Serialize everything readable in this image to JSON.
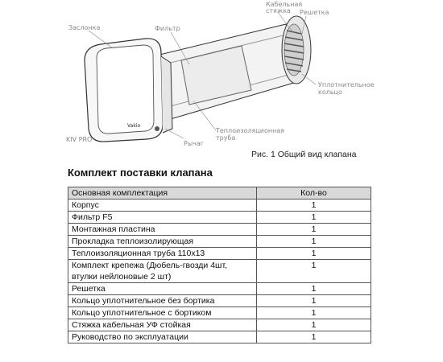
{
  "figure": {
    "labels": {
      "zaslonka": "Заслонка",
      "filtr": "Фильтр",
      "kabelnaya_1": "Кабельная",
      "kabelnaya_2": "стяжка",
      "reshetka": "Решетка",
      "uplot_1": "Уплотнительное",
      "uplot_2": "кольцо",
      "teplo_1": "Теплоизоляционная",
      "teplo_2": "труба",
      "rychag": "Рычаг",
      "model": "KIV PRO",
      "brand": "Vakio"
    },
    "caption": "Рис. 1 Общий вид клапана"
  },
  "section_title": "Комплект поставки клапана",
  "table": {
    "headers": [
      "Основная комплектация",
      "Кол-во"
    ],
    "rows": [
      {
        "name": "Корпус",
        "qty": "1"
      },
      {
        "name": "Фильтр F5",
        "qty": "1"
      },
      {
        "name": "Монтажная пластина",
        "qty": "1"
      },
      {
        "name": "Прокладка теплоизолирующая",
        "qty": "1"
      },
      {
        "name": "Теплоизоляционная труба 110х13",
        "qty": "1"
      },
      {
        "name": "Комплект крепежа (Дюбель-гвозди 4шт, втулки нейлоновые 2 шт)",
        "qty": "1"
      },
      {
        "name": "Решетка",
        "qty": "1"
      },
      {
        "name": "Кольцо уплотнительное без бортика",
        "qty": "1"
      },
      {
        "name": "Кольцо уплотнительное с бортиком",
        "qty": "1"
      },
      {
        "name": "Стяжка кабельная УФ стойкая",
        "qty": "1"
      },
      {
        "name": "Руководство по эксплуатации",
        "qty": "1"
      }
    ]
  }
}
